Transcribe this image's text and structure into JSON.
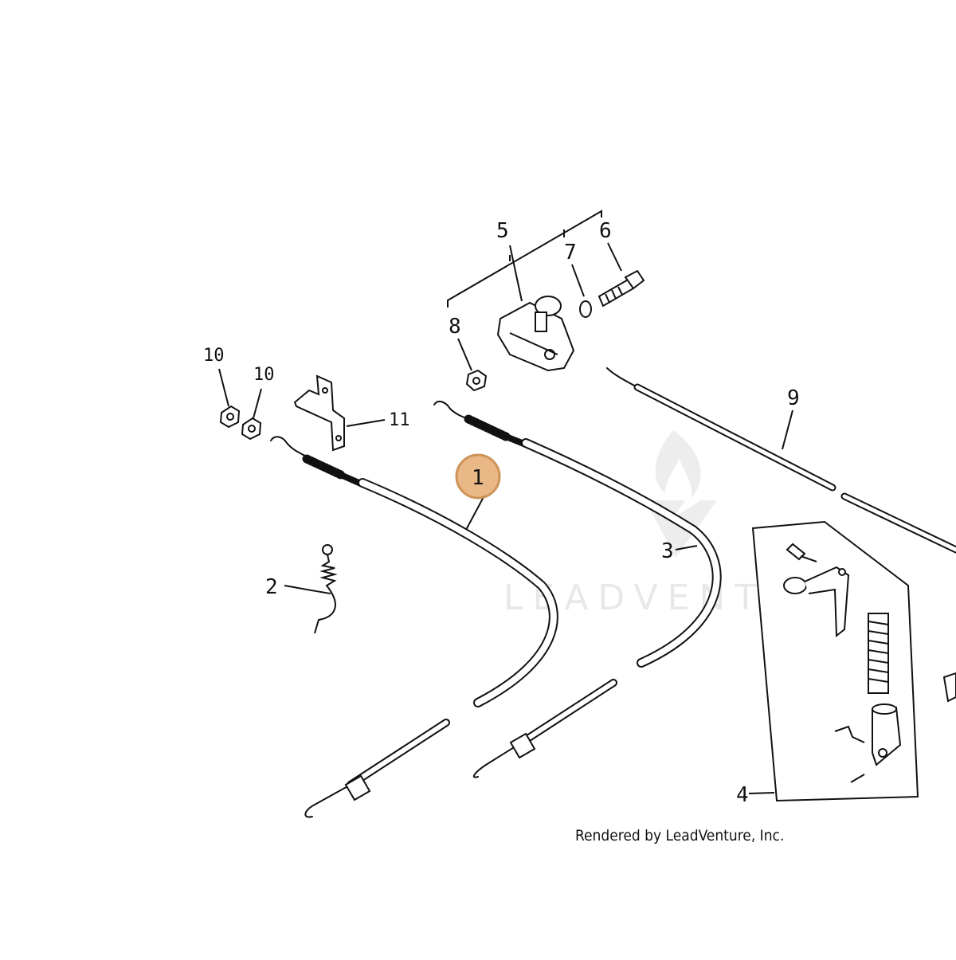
{
  "diagram": {
    "callouts": {
      "c1": "1",
      "c2": "2",
      "c3": "3",
      "c4": "4",
      "c5": "5",
      "c6": "6",
      "c7": "7",
      "c8": "8",
      "c9": "9",
      "c10a": "10",
      "c10b": "10",
      "c11": "11"
    },
    "highlight_color": "#e8b27c",
    "highlight_stroke": "#c98a4a"
  },
  "watermark": {
    "text": "LEADVENTURE"
  },
  "credit": {
    "text": "Rendered by LeadVenture, Inc."
  }
}
